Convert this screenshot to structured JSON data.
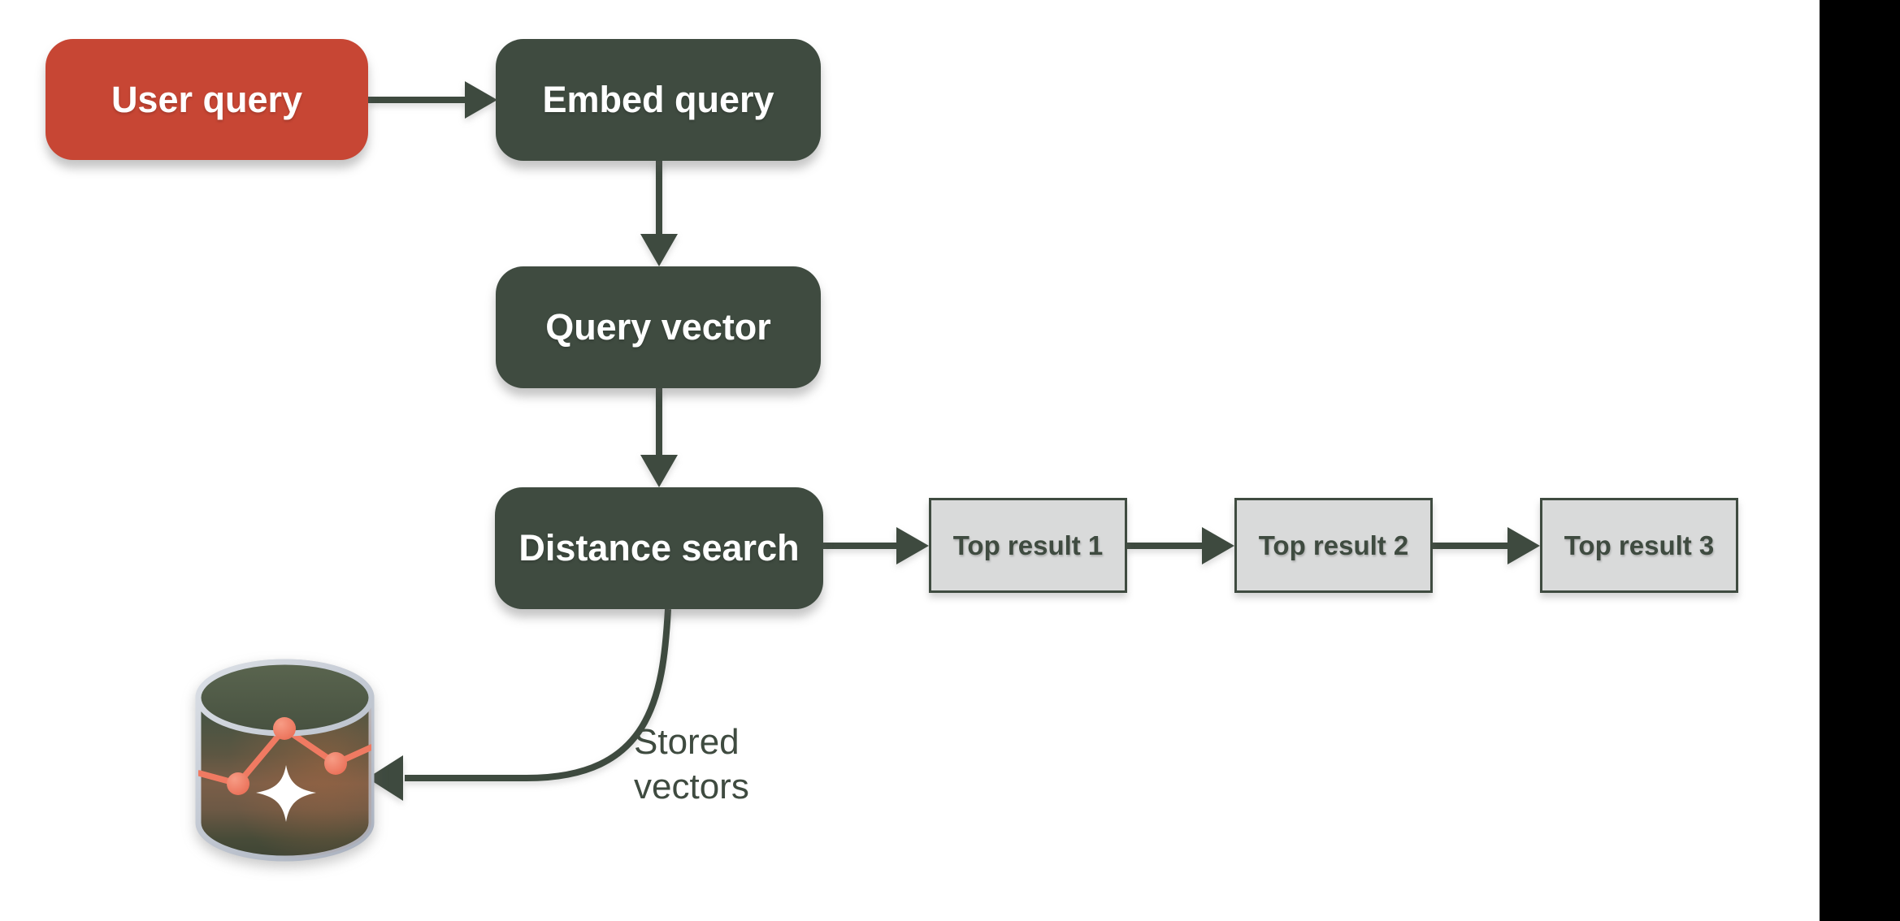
{
  "diagram": {
    "nodes": {
      "user_query": {
        "label": "User query"
      },
      "embed_query": {
        "label": "Embed query"
      },
      "query_vector": {
        "label": "Query vector"
      },
      "distance_search": {
        "label": "Distance search"
      },
      "top_results": [
        {
          "label": "Top result 1"
        },
        {
          "label": "Top result 2"
        },
        {
          "label": "Top result 3"
        }
      ]
    },
    "annotations": {
      "stored_vectors": {
        "line1": "Stored",
        "line2": "vectors"
      }
    },
    "icons": {
      "database": "vector-database-cylinder-icon",
      "sparkle": "four-point-star-icon"
    },
    "colors": {
      "red": "#C74634",
      "green": "#3F4B40",
      "arrow_green": "#3E4A3F",
      "gray_box": "#D9DADA",
      "salmon": "#EE7A63",
      "silver_rim": "#C2C8D2",
      "black_bar": "#000000",
      "background": "#FFFFFF"
    }
  }
}
